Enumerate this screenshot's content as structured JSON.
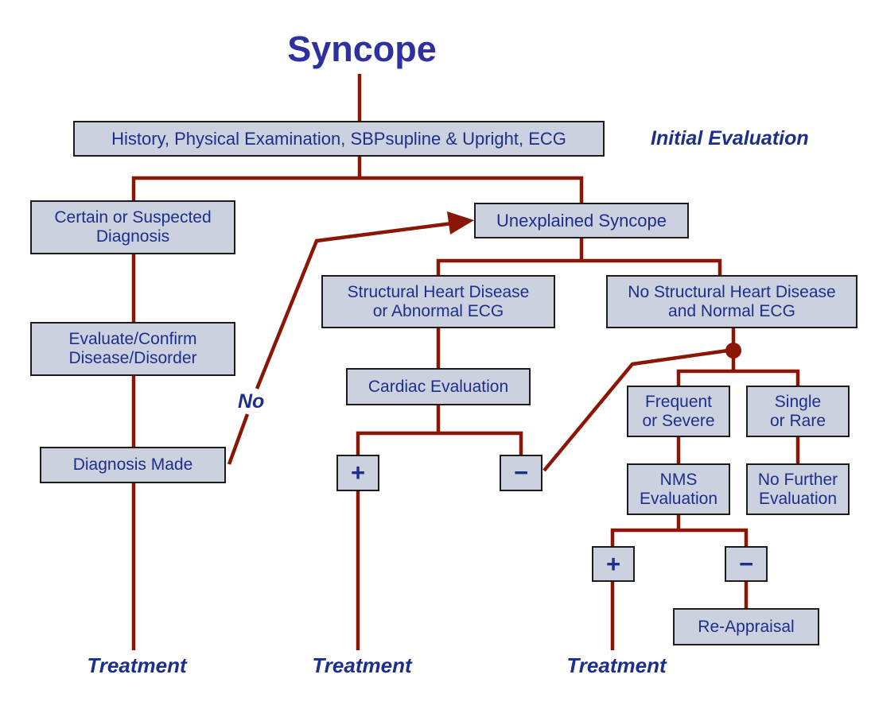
{
  "title": "Syncope",
  "annotations": {
    "initial_evaluation": "Initial Evaluation",
    "no": "No",
    "treatment_left": "Treatment",
    "treatment_middle": "Treatment",
    "treatment_right": "Treatment"
  },
  "nodes": {
    "initial": {
      "text": "History, Physical Examination, SBPsupline & Upright, ECG"
    },
    "certain": {
      "line1": "Certain or Suspected",
      "line2": "Diagnosis"
    },
    "evaluate": {
      "line1": "Evaluate/Confirm",
      "line2": "Disease/Disorder"
    },
    "diagnosis_made": {
      "text": "Diagnosis Made"
    },
    "unexplained": {
      "text": "Unexplained Syncope"
    },
    "structural": {
      "line1": "Structural Heart Disease",
      "line2": "or Abnormal ECG"
    },
    "no_structural": {
      "line1": "No Structural Heart Disease",
      "line2": "and Normal ECG"
    },
    "cardiac": {
      "text": "Cardiac Evaluation"
    },
    "cardiac_positive": {
      "text": "+"
    },
    "cardiac_negative": {
      "text": "−"
    },
    "frequent": {
      "line1": "Frequent",
      "line2": "or Severe"
    },
    "single": {
      "line1": "Single",
      "line2": "or Rare"
    },
    "nms": {
      "line1": "NMS",
      "line2": "Evaluation"
    },
    "no_further": {
      "line1": "No Further",
      "line2": "Evaluation"
    },
    "nms_positive": {
      "text": "+"
    },
    "nms_negative": {
      "text": "−"
    },
    "reappraisal": {
      "text": "Re-Appraisal"
    }
  },
  "colors": {
    "connector_red": "#8b1606",
    "box_fill": "#ccd1df",
    "box_border": "#1c1c1c",
    "text_blue": "#1c2f8c",
    "title_blue": "#2e30a0"
  },
  "edges": [
    "Syncope -> History, Physical Examination, SBPsupline & Upright, ECG",
    "Initial evaluation box -> Certain or Suspected Diagnosis",
    "Initial evaluation box -> Unexplained Syncope",
    "Certain or Suspected Diagnosis -> Evaluate/Confirm Disease/Disorder",
    "Evaluate/Confirm Disease/Disorder -> Diagnosis Made",
    "Diagnosis Made -> Treatment",
    "Diagnosis Made -(No)-> Unexplained Syncope",
    "Unexplained Syncope -> Structural Heart Disease or Abnormal ECG",
    "Unexplained Syncope -> No Structural Heart Disease and Normal ECG",
    "Structural Heart Disease or Abnormal ECG -> Cardiac Evaluation",
    "Cardiac Evaluation -> +",
    "Cardiac Evaluation -> −",
    "Cardiac + -> Treatment",
    "Cardiac − -> junction on No Structural branch",
    "No Structural Heart Disease and Normal ECG -> Frequent or Severe",
    "No Structural Heart Disease and Normal ECG -> Single or Rare",
    "Frequent or Severe -> NMS Evaluation",
    "Single or Rare -> No Further Evaluation",
    "NMS Evaluation -> +",
    "NMS Evaluation -> −",
    "NMS + -> Treatment",
    "NMS − -> Re-Appraisal"
  ]
}
